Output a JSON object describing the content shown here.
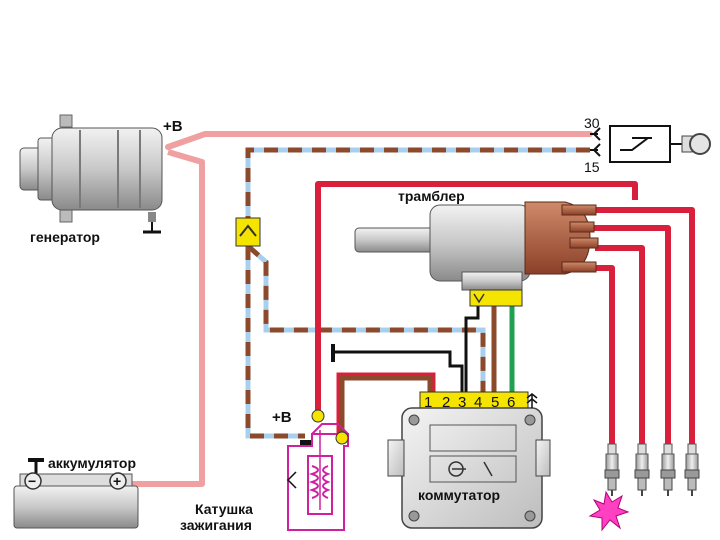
{
  "labels": {
    "generator": "генератор",
    "plus_b_generator": "+В",
    "distributor": "трамблер",
    "battery": "аккумулятор",
    "plus_b_coil": "+В",
    "coil_line1": "Катушка",
    "coil_line2": "зажигания",
    "commutator": "коммутатор",
    "ignition_switch_30": "30",
    "ignition_switch_15": "15",
    "battery_minus": "−",
    "battery_plus": "+"
  },
  "commutator_terminals": [
    "1",
    "2",
    "3",
    "4",
    "5",
    "6"
  ],
  "colors": {
    "power_pink": "#f0a0a0",
    "hv_red": "#d8203c",
    "brown": "#8b4a2b",
    "light_blue": "#a8d0ee",
    "green": "#20a050",
    "black": "#111111",
    "yellow": "#f5e400",
    "coil_magenta": "#d020a0",
    "distributor_cap": "#a85a40"
  },
  "icons": [
    "alternator-icon",
    "ignition-key-icon",
    "distributor-icon",
    "fuse-icon",
    "battery-icon",
    "ignition-coil-icon",
    "commutator-icon",
    "spark-plug-icon",
    "spark-icon",
    "antenna-icon"
  ]
}
